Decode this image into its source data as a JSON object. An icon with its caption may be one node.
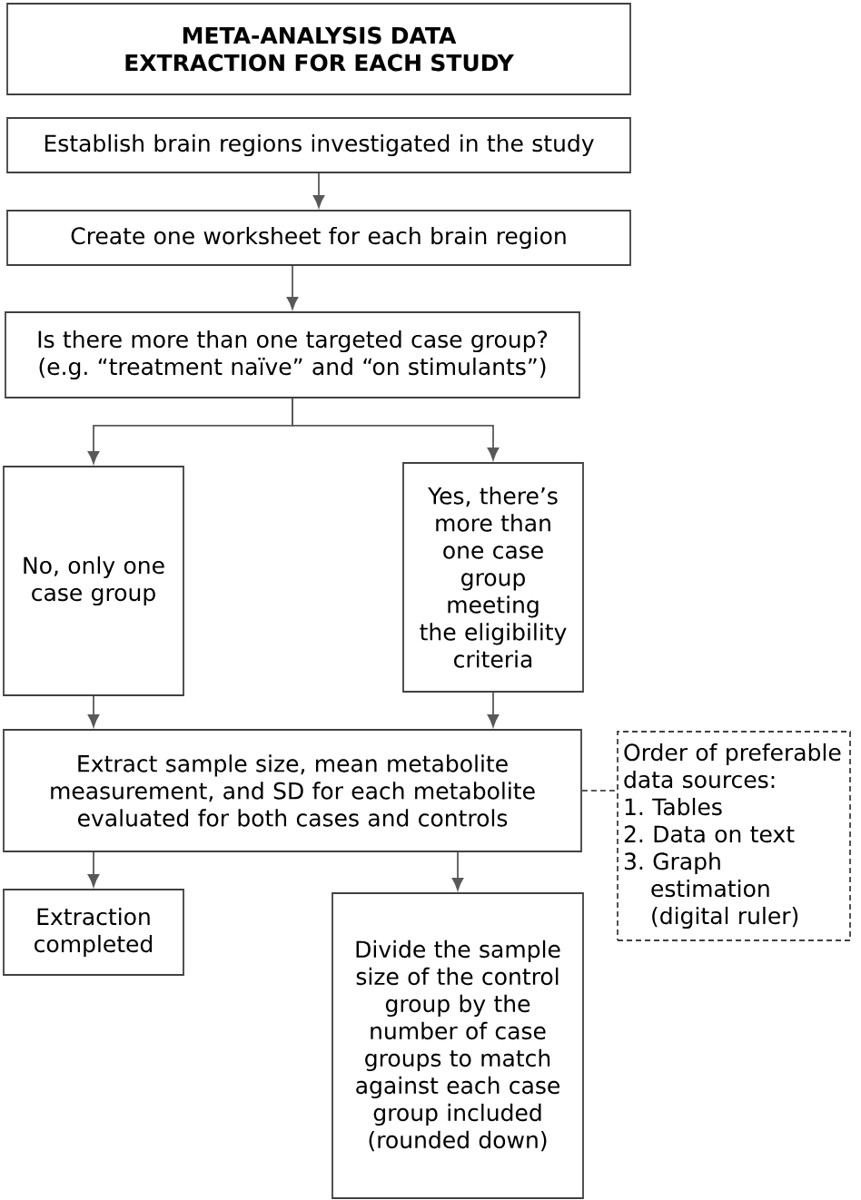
{
  "diagram": {
    "nodes": [
      {
        "text": [
          "META-ANALYSIS DATA EXTRACTION FOR EACH STUDY"
        ]
      },
      {
        "text": [
          "Establish brain regions investigated in the study"
        ]
      },
      {
        "text": [
          "Create one worksheet for each brain region"
        ]
      },
      {
        "text": [
          "Is there more than one targeted case group? (e.g. “treatment naïve” and “on stimulants”)"
        ]
      },
      {
        "text": [
          "No, only one case group"
        ]
      },
      {
        "text": [
          "Yes, there’s more than one case group meeting the eligibility criteria"
        ]
      },
      {
        "text": [
          "Extract sample size, mean metabolite measurement, and SD for each metabolite evaluated for both cases and controls"
        ]
      },
      {
        "text": [
          "Order of preferable data sources:",
          "1. Tables",
          "2. Data on text",
          "3. Graph estimation (digital ruler)"
        ]
      },
      {
        "text": [
          "Extraction completed"
        ]
      },
      {
        "text": [
          "Divide the sample size of the control group by the number of case groups to match against each case group included (rounded down)"
        ]
      }
    ],
    "edges": [
      {
        "from": 1,
        "to": 2,
        "arrow": "to"
      },
      {
        "from": 2,
        "to": 3,
        "arrow": "to"
      },
      {
        "from": 3,
        "to": 4,
        "arrow": "to"
      },
      {
        "from": 3,
        "to": 5,
        "arrow": "to"
      },
      {
        "from": 4,
        "to": 6,
        "arrow": "to"
      },
      {
        "from": 5,
        "to": 6,
        "arrow": "to"
      },
      {
        "from": 6,
        "to": 7,
        "arrow": "none",
        "style": "dashed"
      },
      {
        "from": 6,
        "to": 8,
        "arrow": "to"
      },
      {
        "from": 6,
        "to": 9,
        "arrow": "to"
      }
    ]
  }
}
